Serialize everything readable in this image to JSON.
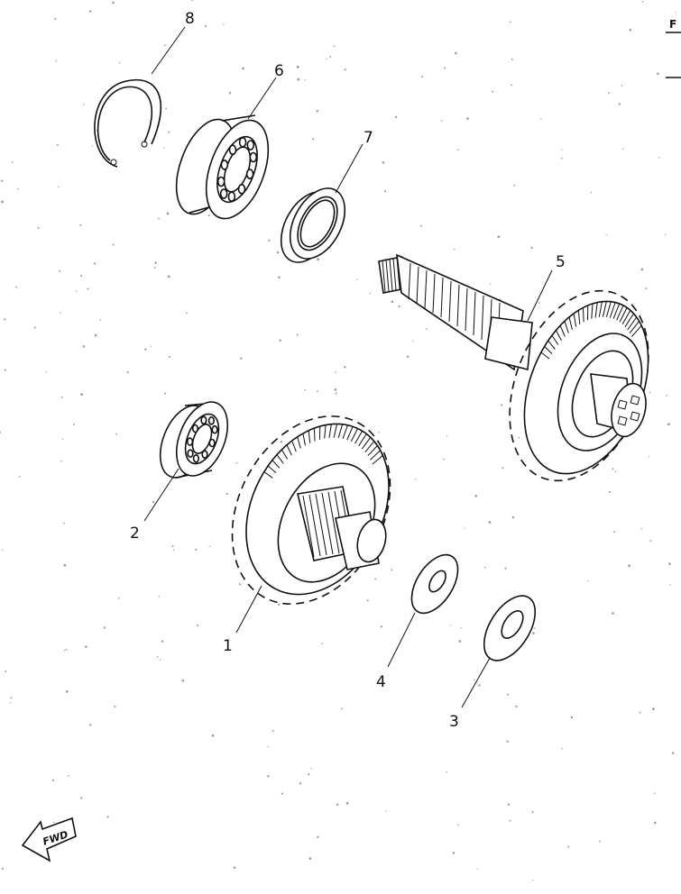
{
  "diagram": {
    "labels": {
      "p1": "1",
      "p2": "2",
      "p3": "3",
      "p4": "4",
      "p5": "5",
      "p6": "6",
      "p7": "7",
      "p8": "8"
    },
    "fwd_text": "FWD",
    "corner_text": "F"
  }
}
